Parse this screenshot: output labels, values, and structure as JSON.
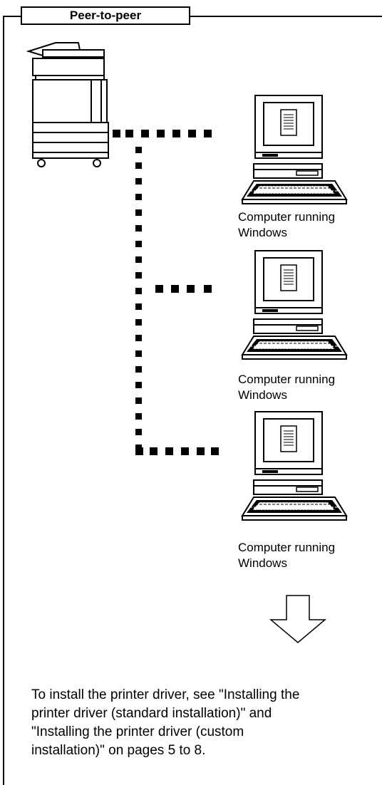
{
  "section": {
    "title": "Peer-to-peer"
  },
  "computers": [
    {
      "label_line1": "Computer running",
      "label_line2": "Windows"
    },
    {
      "label_line1": "Computer running",
      "label_line2": "Windows"
    },
    {
      "label_line1": "Computer running",
      "label_line2": "Windows"
    }
  ],
  "instructions": {
    "lines": [
      "To install the printer driver, see \"Installing the",
      "printer driver (standard installation)\" and",
      "\"Installing the printer driver (custom",
      "installation)\" on pages 5 to 8."
    ]
  },
  "icons": {
    "printer": "copier-printer-icon",
    "computer": "desktop-computer-icon",
    "arrow": "down-arrow-icon"
  },
  "colors": {
    "line": "#000000",
    "background": "#ffffff"
  }
}
